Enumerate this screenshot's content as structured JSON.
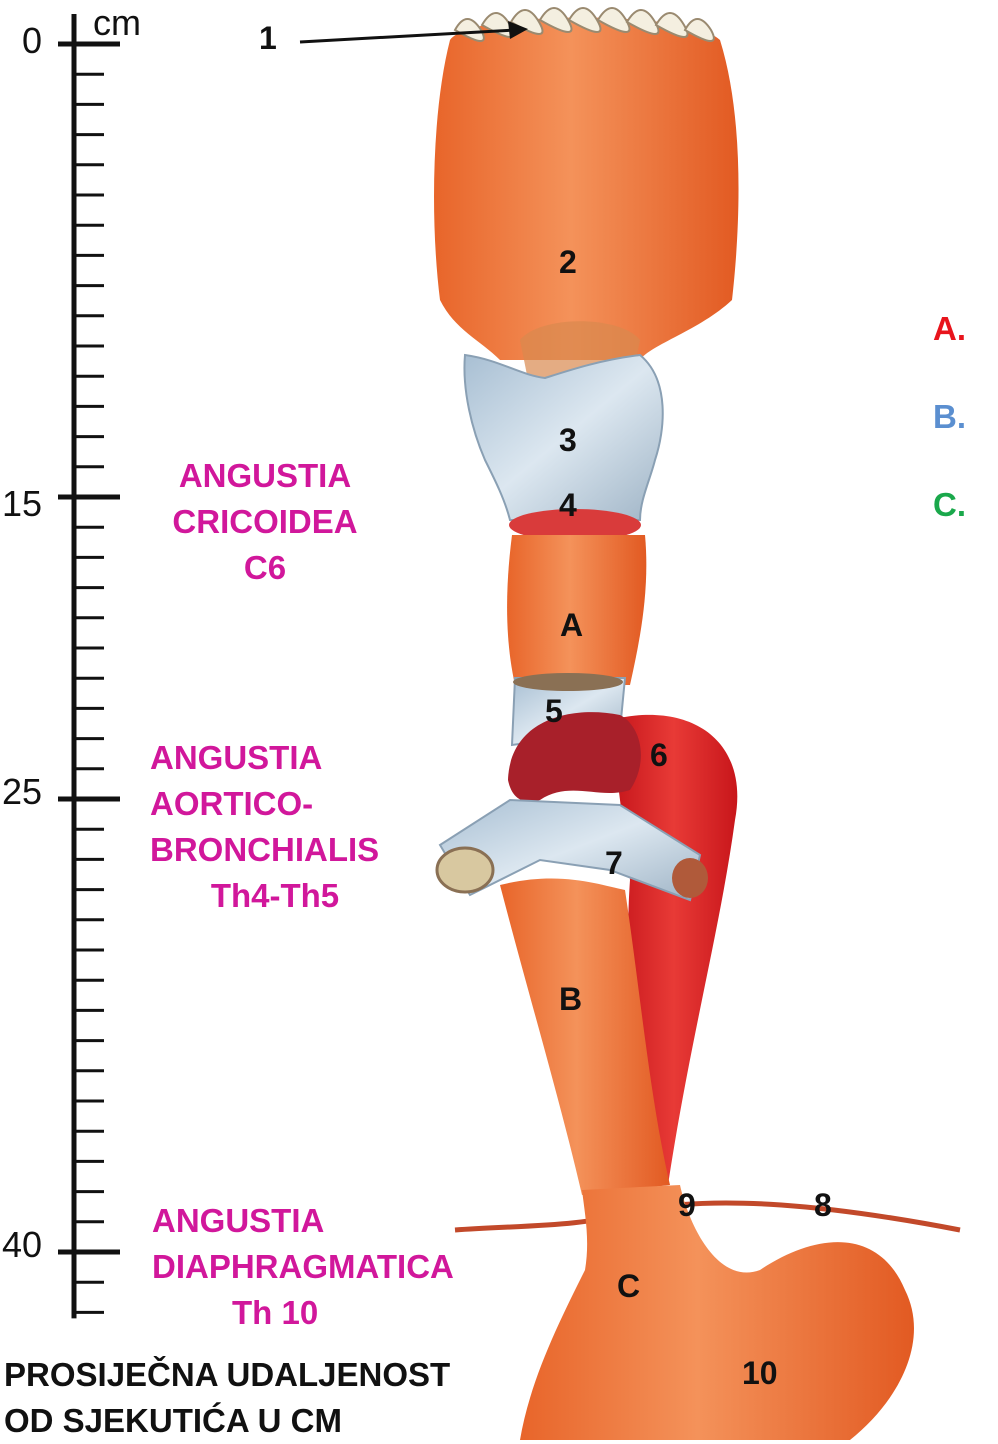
{
  "scale": {
    "unit": "cm",
    "ticks": [
      {
        "label": "0",
        "value": 0
      },
      {
        "label": "15",
        "value": 15
      },
      {
        "label": "25",
        "value": 25
      },
      {
        "label": "40",
        "value": 40
      }
    ],
    "caption_lines": [
      "PROSIJEČNA UDALJENOST",
      "OD SJEKUTIĆA U CM"
    ]
  },
  "constrictions": [
    {
      "lines": [
        "ANGUSTIA",
        "CRICOIDEA",
        "C6"
      ]
    },
    {
      "lines": [
        "ANGUSTIA",
        "AORTICO-",
        "BRONCHIALIS",
        "Th4-Th5"
      ]
    },
    {
      "lines": [
        "ANGUSTIA",
        "DIAPHRAGMATICA",
        "Th 10"
      ]
    }
  ],
  "numbers": [
    "1",
    "2",
    "3",
    "4",
    "5",
    "6",
    "7",
    "8",
    "9",
    "10"
  ],
  "segments": [
    "A",
    "B",
    "C"
  ],
  "legend": [
    {
      "label": "A.",
      "color": "#e8141c"
    },
    {
      "label": "B.",
      "color": "#5b8fd0"
    },
    {
      "label": "C.",
      "color": "#1aa84b"
    }
  ],
  "colors": {
    "tissue": "#f07a3a",
    "aorta": "#e0262a",
    "cartilage": "#b9cfe0",
    "constriction_text": "#d1179b"
  }
}
